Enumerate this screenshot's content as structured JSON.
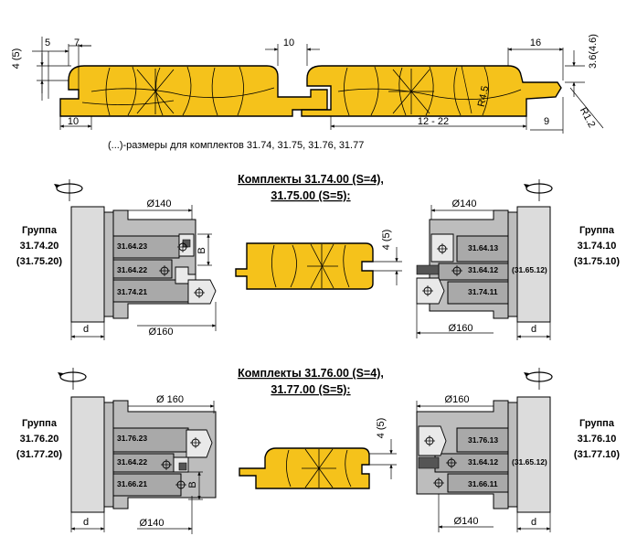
{
  "top": {
    "dims": {
      "d4_5": "4 (5)",
      "d5": "5",
      "d7": "7",
      "d10_top": "10",
      "d16": "16",
      "d36": "3.6(4.6)",
      "d10_bot": "10",
      "d12_22": "12 - 22",
      "d9": "9",
      "r45": "R4.5",
      "r12": "R1.2"
    },
    "note": "(...)-размеры для комплектов 31.74, 31.75, 31.76, 31.77"
  },
  "set1": {
    "title_line1": "Комплекты 31.74.00 (S=4),",
    "title_line2": "31.75.00 (S=5):",
    "left": {
      "group": [
        "Группа",
        "31.74.20",
        "(31.75.20)"
      ],
      "d_top": "Ø140",
      "d_bot": "Ø160",
      "b": "B",
      "d": "d",
      "parts": [
        "31.64.23",
        "31.64.22",
        "31.74.21"
      ]
    },
    "right": {
      "group": [
        "Группа",
        "31.74.10",
        "(31.75.10)"
      ],
      "d_top": "Ø140",
      "d_bot": "Ø160",
      "d": "d",
      "parts": [
        "31.64.13",
        "31.64.12",
        "(31.65.12)",
        "31.74.11"
      ]
    },
    "center_dim": "4 (5)"
  },
  "set2": {
    "title_line1": "Комплекты 31.76.00 (S=4),",
    "title_line2": "31.77.00 (S=5):",
    "left": {
      "group": [
        "Группа",
        "31.76.20",
        "(31.77.20)"
      ],
      "d_top": "Ø 160",
      "d_bot": "Ø140",
      "b": "B",
      "d": "d",
      "parts": [
        "31.76.23",
        "31.64.22",
        "31.66.21"
      ]
    },
    "right": {
      "group": [
        "Группа",
        "31.76.10",
        "(31.77.10)"
      ],
      "d_top": "Ø160",
      "d_bot": "Ø140",
      "d": "d",
      "parts": [
        "31.76.13",
        "31.64.12",
        "(31.65.12)",
        "31.66.11"
      ]
    },
    "center_dim": "4 (5)"
  }
}
